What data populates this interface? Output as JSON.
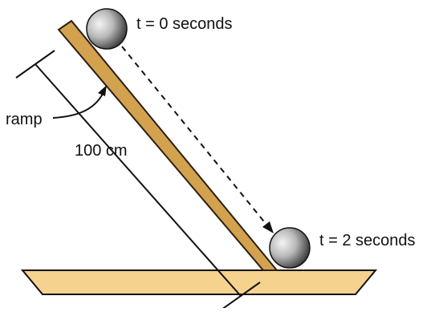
{
  "labels": {
    "t_start": "t = 0 seconds",
    "t_end": "t = 2 seconds",
    "ramp": "ramp",
    "length": "100 cm"
  },
  "colors": {
    "ramp_fill": "#D3A24E",
    "ramp_stroke": "#2B1E12",
    "table_fill": "#F6D28F",
    "line": "#111111",
    "ball_light": "#F2F2F2",
    "ball_dark": "#2E2E2E"
  }
}
